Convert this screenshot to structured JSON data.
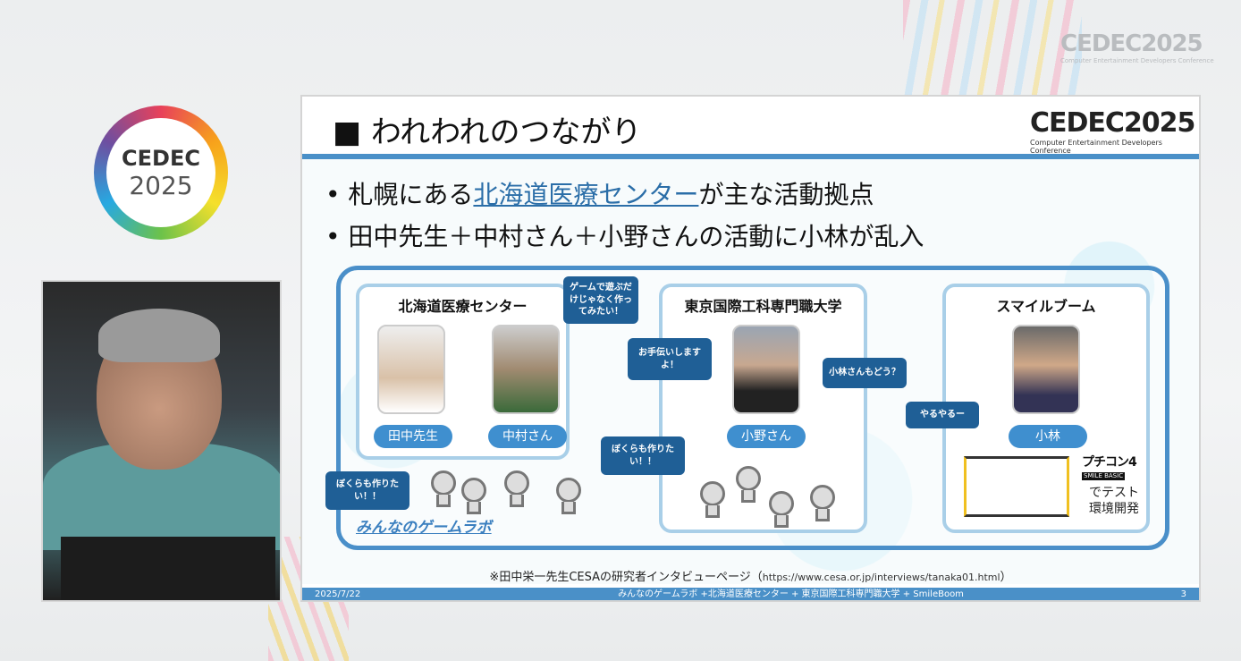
{
  "event_logo": {
    "name": "CEDEC",
    "year": "2025",
    "subtitle": "Computer Entertainment Developers Conference"
  },
  "slide": {
    "title": "■ われわれのつながり",
    "bullets": [
      {
        "pre": "• 札幌にある",
        "link": "北海道医療センター",
        "post": "が主な活動拠点"
      },
      {
        "pre": "• 田中先生＋中村さん＋小野さんの活動に小林が乱入",
        "link": "",
        "post": ""
      }
    ],
    "panels": [
      {
        "title": "北海道医療センター",
        "people": [
          "田中先生",
          "中村さん"
        ]
      },
      {
        "title": "東京国際工科専門職大学",
        "people": [
          "小野さん"
        ]
      },
      {
        "title": "スマイルブーム",
        "people": [
          "小林"
        ],
        "product": "プチコン4",
        "product_sub": "SMILE BASIC",
        "caption": "でテスト\n環境開発"
      }
    ],
    "bubbles": [
      "ゲームで遊ぶだけじゃなく作ってみたい！",
      "お手伝いしますよ！",
      "小林さんもどう？",
      "やるやるー",
      "ぼくらも作りたい！！",
      "ぼくらも作りたい！！"
    ],
    "lab_name": "みんなのゲームラボ",
    "note": "※田中栄一先生CESAの研究者インタビューページ（",
    "note_url": "https://www.cesa.or.jp/interviews/tanaka01.html",
    "note_end": "）",
    "footer": {
      "date": "2025/7/22",
      "center": "みんなのゲームラボ +北海道医療センター + 東京国際工科専門職大学 + SmileBoom",
      "page": "3"
    }
  }
}
